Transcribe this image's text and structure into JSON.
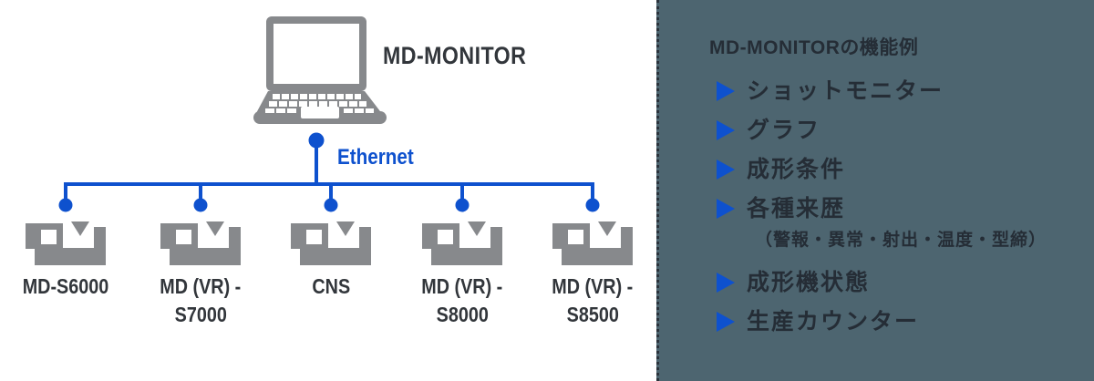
{
  "colors": {
    "accent_blue": "#0E51CE",
    "machine_gray": "#87898C",
    "panel_bg": "#4D6570",
    "label_text": "#32363B",
    "panel_text": "#252D36",
    "panel_border": "#2B333C"
  },
  "diagram": {
    "monitor_label": "MD-MONITOR",
    "connection_label": "Ethernet",
    "machines": [
      {
        "label_line1": "MD-S6000",
        "label_line2": ""
      },
      {
        "label_line1": "MD (VR) -",
        "label_line2": "S7000"
      },
      {
        "label_line1": "CNS",
        "label_line2": ""
      },
      {
        "label_line1": "MD (VR) -",
        "label_line2": "S8000"
      },
      {
        "label_line1": "MD (VR) -",
        "label_line2": "S8500"
      }
    ]
  },
  "features_panel": {
    "title": "MD-MONITORの機能例",
    "items": [
      {
        "label": "ショットモニター"
      },
      {
        "label": "グラフ"
      },
      {
        "label": "成形条件"
      },
      {
        "label": "各種来歴",
        "note": "（警報・異常・射出・温度・型締）"
      },
      {
        "label": "成形機状態"
      },
      {
        "label": "生産カウンター"
      }
    ]
  }
}
